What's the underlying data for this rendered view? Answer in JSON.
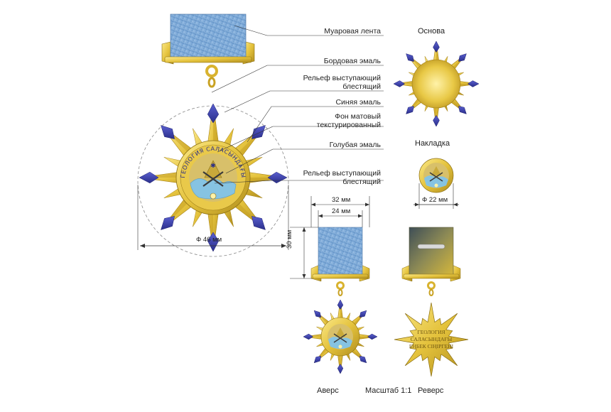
{
  "callouts": {
    "ribbon": "Муаровая лента",
    "burgundy": "Бордовая эмаль",
    "relief1_l1": "Рельеф выступающий",
    "relief1_l2": "блестящий",
    "blue": "Синяя эмаль",
    "matte_l1": "Фон матовый",
    "matte_l2": "текстурированный",
    "lightblue": "Голубая эмаль",
    "relief2_l1": "Рельеф выступающий",
    "relief2_l2": "блестящий"
  },
  "views": {
    "base": "Основа",
    "overlay": "Накладка",
    "obverse": "Аверс",
    "scale": "Масштаб 1:1",
    "reverse": "Реверс"
  },
  "dimensions": {
    "main_diameter": "Ф 46 мм",
    "overlay_diameter": "Ф 22 мм",
    "block_outer": "32 мм",
    "block_inner": "24 мм",
    "block_height": "30 мм"
  },
  "medal": {
    "ring_text": "ГЕОЛОГИЯ САЛАСЫНДАҒЫ",
    "reverse_text": [
      "ГЕОЛОГИЯ",
      "САЛАСЫНДАҒЫ",
      "ЕҢБЕК СІҢІРГЕНІ"
    ]
  },
  "colors": {
    "ribbon": "#7fa9d6",
    "gold": "#e4c23c",
    "gold_dark": "#a88418",
    "enamel_blue": "#3a3fb0",
    "enamel_lightblue": "#86c3e2"
  }
}
